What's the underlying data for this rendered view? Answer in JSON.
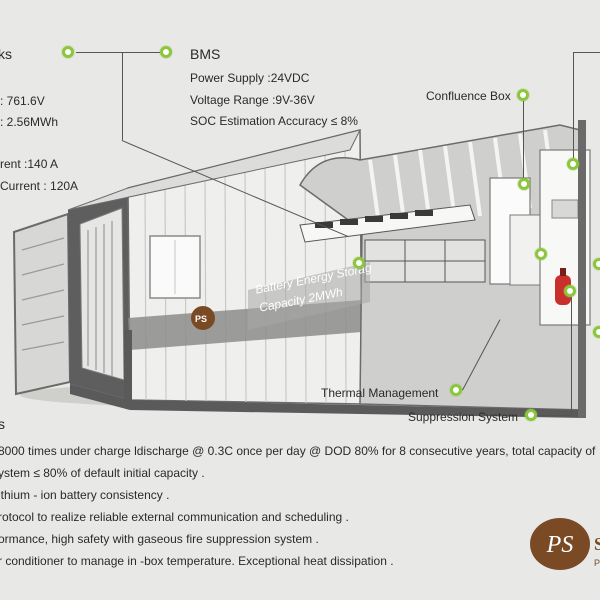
{
  "specs_left": {
    "heading_fragment": "ks",
    "voltage": ": 761.6V",
    "capacity": ": 2.56MWh",
    "charge_current": "rent :140 A",
    "discharge_current": "Current : 120A"
  },
  "bms": {
    "title": "BMS",
    "power_supply": "Power Supply :24VDC",
    "voltage_range": "Voltage Range :9V-36V",
    "soc_accuracy": "SOC Estimation Accuracy  ≤ 8%"
  },
  "callouts": {
    "confluence_box": "Confluence Box",
    "thermal_management": "Thermal Management",
    "suppression_system": "Suppression System"
  },
  "container_text": {
    "line1": "Battery Energy Storag",
    "line2": "Capacity 2MWh",
    "badge_small": "PS"
  },
  "features": {
    "heading_fragment": "s",
    "items": [
      "8000 times under charge ldischarge @ 0.3C once per day @ DOD 80% for 8 consecutive years, total capacity of",
      "ystem ≤ 80% of default initial capacity .",
      "ithium - ion battery consistency .",
      "rotocol to realize reliable external communication and scheduling .",
      "ormance, high safety with gaseous fire suppression system .",
      "r conditioner to manage in -box temperature. Exceptional heat dissipation ."
    ]
  },
  "logo": {
    "mark": "PS",
    "side_fragment_1": "S",
    "side_fragment_2": "Pc"
  },
  "colors": {
    "accent_green": "#8cc63f",
    "logo_brown": "#7a4a25",
    "container_white": "#f2f2f2",
    "container_dark": "#555555"
  }
}
